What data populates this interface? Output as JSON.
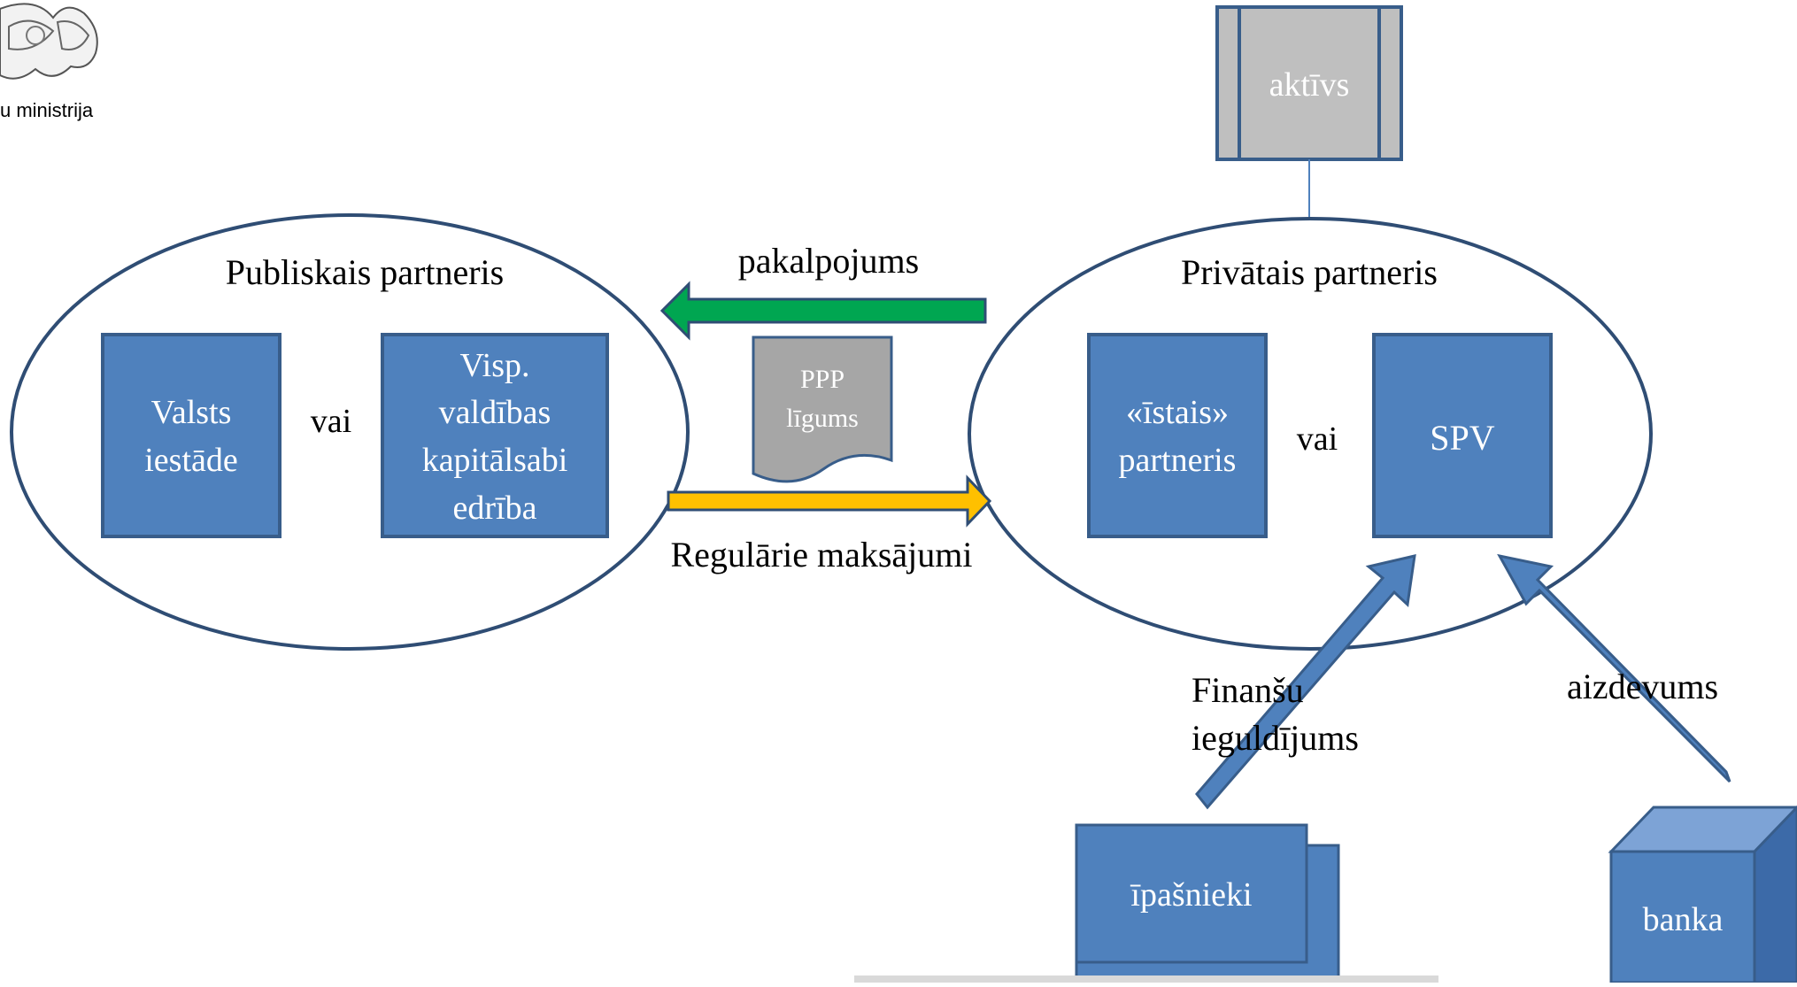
{
  "header": {
    "ministry_text": "u ministrija"
  },
  "public": {
    "title": "Publiskais partneris",
    "box1_lines": [
      "Valsts",
      "iestāde"
    ],
    "or_label": "vai",
    "box2_lines": [
      "Visp.",
      "valdības",
      "kapitālsabi",
      "edrība"
    ]
  },
  "flows": {
    "service_label": "pakalpojums",
    "contract_lines": [
      "PPP",
      "līgums"
    ],
    "payments_label": "Regulārie maksājumi"
  },
  "private": {
    "title": "Privātais partneris",
    "box1_lines": [
      "«īstais»",
      "partneris"
    ],
    "or_label": "vai",
    "spv_label": "SPV"
  },
  "asset": {
    "label": "aktīvs"
  },
  "financing": {
    "equity_lines": [
      "Finanšu",
      "ieguldījums"
    ],
    "loan_label": "aizdevums",
    "owners_label": "īpašnieki",
    "bank_label": "banka"
  },
  "colors": {
    "box_fill": "#4f81bd",
    "box_stroke": "#385d8a",
    "ellipse_stroke": "#2f4d74",
    "service_arrow": "#00a651",
    "payment_arrow": "#ffc000",
    "document_fill": "#a6a6a6",
    "asset_fill": "#bfbfbf"
  }
}
